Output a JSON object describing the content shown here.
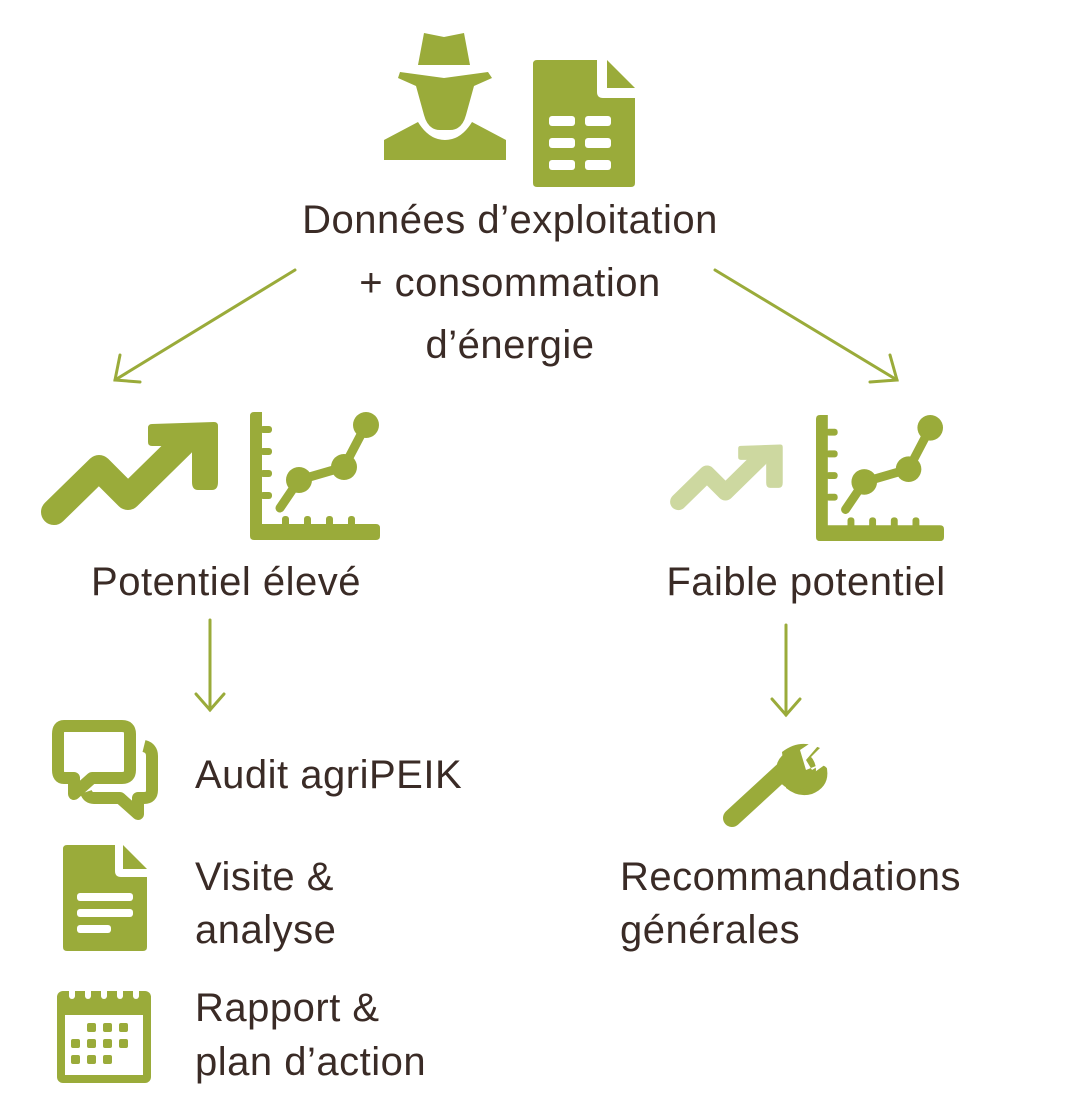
{
  "colors": {
    "accent": "#9AAB3A",
    "accent_light": "#CDD8A0",
    "text": "#3A2B26"
  },
  "top": {
    "icons": [
      "spy-user-icon",
      "spreadsheet-file-icon"
    ],
    "lines": [
      "Données d’exploitation",
      "+ consommation",
      "d’énergie"
    ]
  },
  "left": {
    "title": "Potentiel élevé",
    "icons": [
      "trend-up-arrow-icon",
      "line-chart-icon"
    ],
    "steps": [
      {
        "icon": "chat-bubbles-icon",
        "lines": [
          "Audit agriPEIK"
        ]
      },
      {
        "icon": "document-icon",
        "lines": [
          "Visite &",
          "analyse"
        ]
      },
      {
        "icon": "calendar-icon",
        "lines": [
          "Rapport &",
          "plan d’action"
        ]
      }
    ]
  },
  "right": {
    "title": "Faible potentiel",
    "icons": [
      "trend-up-arrow-light-icon",
      "line-chart-icon"
    ],
    "steps": [
      {
        "icon": "wrench-icon",
        "lines": [
          "Recommandations",
          "générales"
        ]
      }
    ]
  }
}
